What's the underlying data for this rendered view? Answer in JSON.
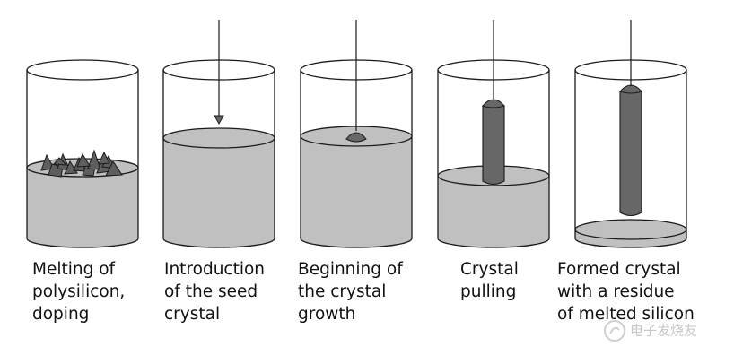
{
  "colors": {
    "outline": "#1a1a1a",
    "silicon_melt": "#c0c0c0",
    "crystal": "#676767",
    "polysilicon_chunks": "#5e5e5e",
    "background": "#ffffff"
  },
  "stages": [
    {
      "lines": [
        "Melting of",
        "polysilicon,",
        "doping"
      ]
    },
    {
      "lines": [
        "Introduction",
        "of the seed",
        "crystal"
      ]
    },
    {
      "lines": [
        "Beginning of",
        "the crystal",
        "growth"
      ]
    },
    {
      "lines": [
        "Crystal",
        "pulling"
      ]
    },
    {
      "lines": [
        "Formed crystal",
        "with a residue",
        "of melted silicon"
      ]
    }
  ],
  "watermark": {
    "text": "电子发烧友",
    "icon": "watermark-logo-icon"
  }
}
